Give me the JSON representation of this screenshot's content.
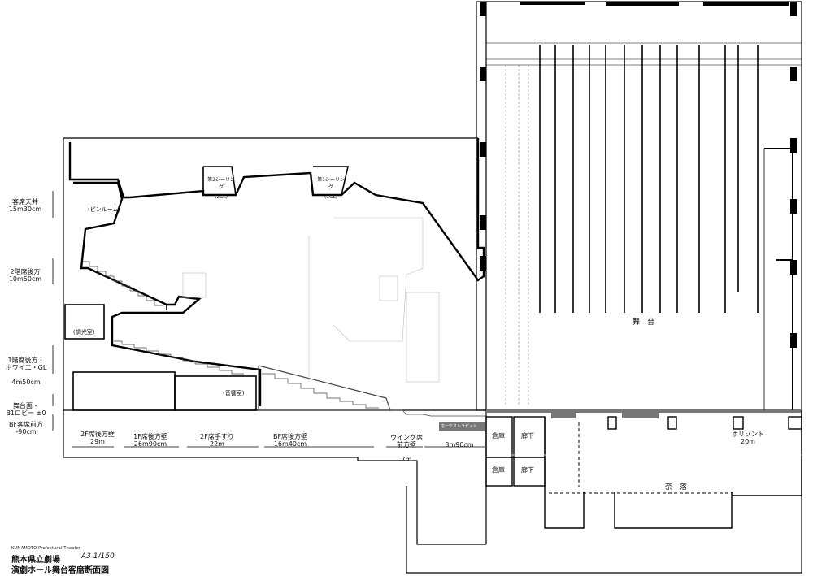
{
  "title": {
    "en": "KUMAMOTO Prefectural Theater",
    "line1": "熊本県立劇場",
    "line2": "演劇ホール舞台客席断面図",
    "scale": "A3 1/150"
  },
  "levels": [
    {
      "name": "客席天井",
      "value": "15m30cm"
    },
    {
      "name": "2階席後方",
      "value": "10m50cm"
    },
    {
      "name": "1階席後方・\nホワイエ・GL",
      "value": "4m50cm"
    },
    {
      "name": "舞台面・\nB1ロビー ±0",
      "value": ""
    },
    {
      "name": "BF客席前方",
      "value": "-90cm"
    }
  ],
  "rooms": {
    "pin_room": "(ピンルーム)",
    "dimmer_room": "(調光室)",
    "sound_room": "(音響室)",
    "ceiling2": "第2シーリング",
    "ceiling2_code": "(2CL)",
    "ceiling1": "第1シーリング",
    "ceiling1_code": "(1CL)",
    "storage1": "倉庫",
    "storage2": "倉庫",
    "corridor1": "廊下",
    "corridor2": "廊下",
    "stage": "舞　台",
    "pit": "奈　落",
    "orchestra_lift": "オーケストラピット"
  },
  "distances": [
    {
      "name": "2F席後方壁",
      "value": "29m"
    },
    {
      "name": "1F席後方壁",
      "value": "26m90cm"
    },
    {
      "name": "2F席手すり",
      "value": "22m"
    },
    {
      "name": "BF席後方壁",
      "value": "16m40cm"
    },
    {
      "name": "ウイング席\n前方壁",
      "value": "7m"
    },
    {
      "name": "",
      "value": "3m90cm"
    },
    {
      "name": "ホリゾント",
      "value": "20m"
    }
  ]
}
